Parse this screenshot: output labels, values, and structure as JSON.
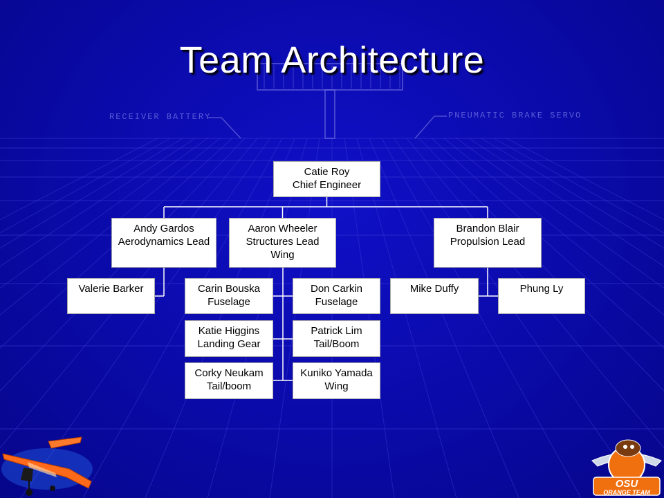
{
  "slide": {
    "title": "Team Architecture",
    "background_labels": {
      "left": "RECEIVER BATTERY",
      "right": "PNEUMATIC BRAKE SERVO"
    },
    "logo_text": {
      "line1": "OSU",
      "line2": "ORANGE TEAM"
    }
  },
  "org_chart": {
    "nodes": [
      {
        "id": "catie",
        "name": "Catie Roy",
        "role": "Chief Engineer",
        "extra": ""
      },
      {
        "id": "andy",
        "name": "Andy Gardos",
        "role": "Aerodynamics Lead",
        "extra": ""
      },
      {
        "id": "aaron",
        "name": "Aaron Wheeler",
        "role": "Structures Lead",
        "extra": "Wing"
      },
      {
        "id": "brandon",
        "name": "Brandon Blair",
        "role": "Propulsion Lead",
        "extra": ""
      },
      {
        "id": "valerie",
        "name": "Valerie Barker",
        "role": "",
        "extra": ""
      },
      {
        "id": "carin",
        "name": "Carin Bouska",
        "role": "Fuselage",
        "extra": ""
      },
      {
        "id": "don",
        "name": "Don Carkin",
        "role": "Fuselage",
        "extra": ""
      },
      {
        "id": "katie",
        "name": "Katie Higgins",
        "role": "Landing Gear",
        "extra": ""
      },
      {
        "id": "patrick",
        "name": "Patrick Lim",
        "role": "Tail/Boom",
        "extra": ""
      },
      {
        "id": "corky",
        "name": "Corky Neukam",
        "role": "Tail/boom",
        "extra": ""
      },
      {
        "id": "kuniko",
        "name": "Kuniko Yamada",
        "role": "Wing",
        "extra": ""
      },
      {
        "id": "mike",
        "name": "Mike Duffy",
        "role": "",
        "extra": ""
      },
      {
        "id": "phung",
        "name": "Phung Ly",
        "role": "",
        "extra": ""
      }
    ],
    "edges": [
      [
        "catie",
        "andy"
      ],
      [
        "catie",
        "aaron"
      ],
      [
        "catie",
        "brandon"
      ],
      [
        "andy",
        "valerie"
      ],
      [
        "aaron",
        "carin"
      ],
      [
        "aaron",
        "don"
      ],
      [
        "aaron",
        "katie"
      ],
      [
        "aaron",
        "patrick"
      ],
      [
        "aaron",
        "corky"
      ],
      [
        "aaron",
        "kuniko"
      ],
      [
        "brandon",
        "mike"
      ],
      [
        "brandon",
        "phung"
      ]
    ]
  },
  "colors": {
    "background": "#0a0aa8",
    "box": "#ffffff",
    "connector": "#ffffff",
    "title": "#ffffff"
  }
}
